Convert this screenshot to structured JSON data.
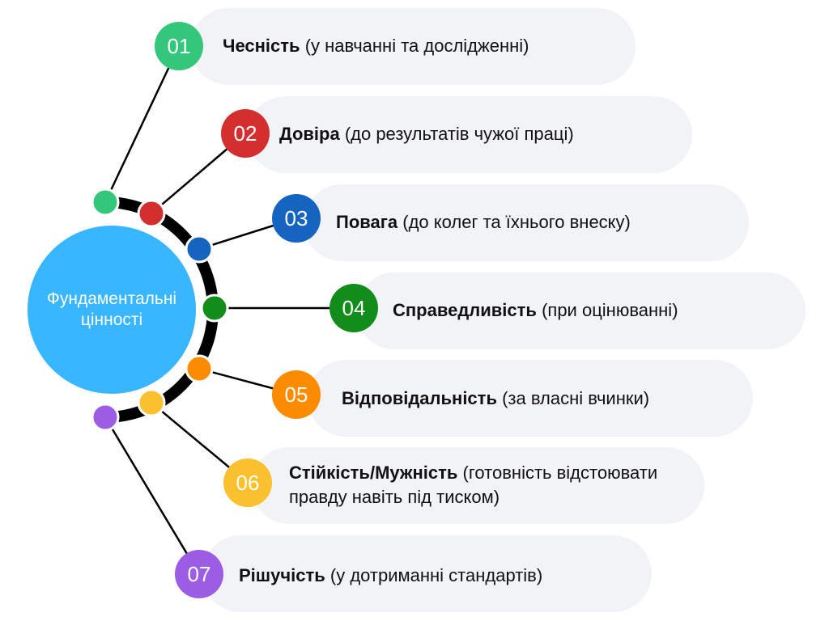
{
  "center": {
    "label_line1": "Фундаментальні",
    "label_line2": "цінності"
  },
  "items": [
    {
      "num": "01",
      "title": "Чесність",
      "desc": " (у навчанні та дослідженні)",
      "color": "#34c77b"
    },
    {
      "num": "02",
      "title": "Довіра",
      "desc": " (до результатів чужої праці)",
      "color": "#d32f2f"
    },
    {
      "num": "03",
      "title": "Повага",
      "desc": " (до колег та їхнього внеску)",
      "color": "#1565c0"
    },
    {
      "num": "04",
      "title": "Справедливість",
      "desc": " (при оцінюванні)",
      "color": "#128c1a"
    },
    {
      "num": "05",
      "title": "Відповідальність",
      "desc": " (за власні вчинки)",
      "color": "#fb8c00"
    },
    {
      "num": "06",
      "title": "Стійкість/Мужність",
      "desc": " (готовність відстоювати правду навіть під тиском)",
      "color": "#fbc02d"
    },
    {
      "num": "07",
      "title": "Рішучість",
      "desc": " (у дотриманні стандартів)",
      "color": "#9c5de4"
    }
  ]
}
